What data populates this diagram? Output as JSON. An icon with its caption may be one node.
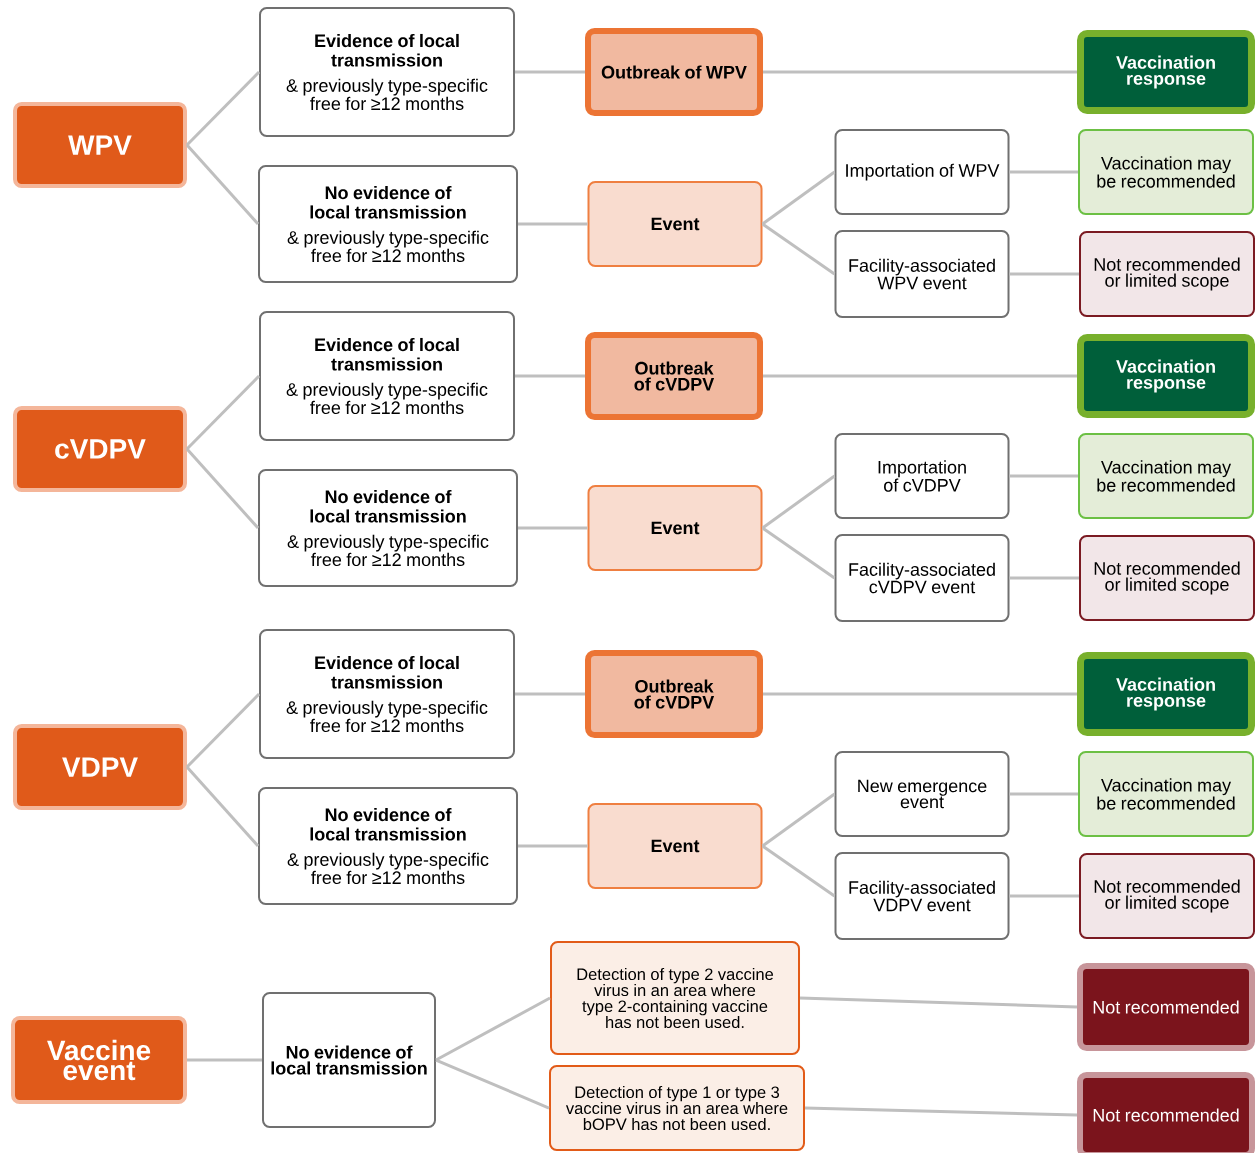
{
  "diagram": {
    "nodes": [
      {
        "text": [
          "WPV"
        ]
      },
      {
        "text": [
          "Evidence of local transmission",
          "& previously type-specific free for ≥12 months"
        ]
      },
      {
        "text": [
          "Outbreak of WPV"
        ]
      },
      {
        "text": [
          "Vaccination response"
        ]
      },
      {
        "text": [
          "No evidence of local transmission",
          "& previously type-specific free for ≥12 months"
        ]
      },
      {
        "text": [
          "Event"
        ]
      },
      {
        "text": [
          "Importation of WPV"
        ]
      },
      {
        "text": [
          "Vaccination may be recommended"
        ]
      },
      {
        "text": [
          "Facility-associated WPV event"
        ]
      },
      {
        "text": [
          "Not recommended or limited scope"
        ]
      },
      {
        "text": [
          "cVDPV"
        ]
      },
      {
        "text": [
          "Evidence of local transmission",
          "& previously type-specific free for ≥12 months"
        ]
      },
      {
        "text": [
          "Outbreak of cVDPV"
        ]
      },
      {
        "text": [
          "Vaccination response"
        ]
      },
      {
        "text": [
          "No evidence of local transmission",
          "& previously type-specific free for ≥12 months"
        ]
      },
      {
        "text": [
          "Event"
        ]
      },
      {
        "text": [
          "Importation of cVDPV"
        ]
      },
      {
        "text": [
          "Vaccination may be recommended"
        ]
      },
      {
        "text": [
          "Facility-associated cVDPV event"
        ]
      },
      {
        "text": [
          "Not recommended or limited scope"
        ]
      },
      {
        "text": [
          "VDPV"
        ]
      },
      {
        "text": [
          "Evidence of local transmission",
          "& previously type-specific free for ≥12 months"
        ]
      },
      {
        "text": [
          "Outbreak of cVDPV"
        ]
      },
      {
        "text": [
          "Vaccination response"
        ]
      },
      {
        "text": [
          "No evidence of local transmission",
          "& previously type-specific free for ≥12 months"
        ]
      },
      {
        "text": [
          "Event"
        ]
      },
      {
        "text": [
          "New emergence event"
        ]
      },
      {
        "text": [
          "Vaccination may be recommended"
        ]
      },
      {
        "text": [
          "Facility-associated VDPV event"
        ]
      },
      {
        "text": [
          "Not recommended or limited scope"
        ]
      },
      {
        "text": [
          "Vaccine event"
        ]
      },
      {
        "text": [
          "No evidence of local transmission"
        ]
      },
      {
        "text": [
          "Detection of type 2 vaccine virus in an area where type 2-containing vaccine has not been used."
        ]
      },
      {
        "text": [
          "Not recommended"
        ]
      },
      {
        "text": [
          "Detection of type 1 or type 3 vaccine virus in an area where bOPV has not been used."
        ]
      },
      {
        "text": [
          "Not recommended"
        ]
      }
    ],
    "edges": [
      {
        "from": 0,
        "to": 1,
        "arrow": "none"
      },
      {
        "from": 0,
        "to": 4,
        "arrow": "none"
      },
      {
        "from": 1,
        "to": 2,
        "arrow": "none"
      },
      {
        "from": 2,
        "to": 3,
        "arrow": "none"
      },
      {
        "from": 4,
        "to": 5,
        "arrow": "none"
      },
      {
        "from": 5,
        "to": 6,
        "arrow": "none"
      },
      {
        "from": 5,
        "to": 8,
        "arrow": "none"
      },
      {
        "from": 6,
        "to": 7,
        "arrow": "none"
      },
      {
        "from": 8,
        "to": 9,
        "arrow": "none"
      },
      {
        "from": 10,
        "to": 11,
        "arrow": "none"
      },
      {
        "from": 10,
        "to": 14,
        "arrow": "none"
      },
      {
        "from": 11,
        "to": 12,
        "arrow": "none"
      },
      {
        "from": 12,
        "to": 13,
        "arrow": "none"
      },
      {
        "from": 14,
        "to": 15,
        "arrow": "none"
      },
      {
        "from": 15,
        "to": 16,
        "arrow": "none"
      },
      {
        "from": 15,
        "to": 18,
        "arrow": "none"
      },
      {
        "from": 16,
        "to": 17,
        "arrow": "none"
      },
      {
        "from": 18,
        "to": 19,
        "arrow": "none"
      },
      {
        "from": 20,
        "to": 21,
        "arrow": "none"
      },
      {
        "from": 20,
        "to": 24,
        "arrow": "none"
      },
      {
        "from": 21,
        "to": 22,
        "arrow": "none"
      },
      {
        "from": 22,
        "to": 23,
        "arrow": "none"
      },
      {
        "from": 24,
        "to": 25,
        "arrow": "none"
      },
      {
        "from": 25,
        "to": 26,
        "arrow": "none"
      },
      {
        "from": 25,
        "to": 28,
        "arrow": "none"
      },
      {
        "from": 26,
        "to": 27,
        "arrow": "none"
      },
      {
        "from": 28,
        "to": 29,
        "arrow": "none"
      },
      {
        "from": 30,
        "to": 31,
        "arrow": "none"
      },
      {
        "from": 31,
        "to": 32,
        "arrow": "none"
      },
      {
        "from": 31,
        "to": 34,
        "arrow": "none"
      },
      {
        "from": 32,
        "to": 33,
        "arrow": "none"
      },
      {
        "from": 34,
        "to": 35,
        "arrow": "none"
      }
    ]
  }
}
